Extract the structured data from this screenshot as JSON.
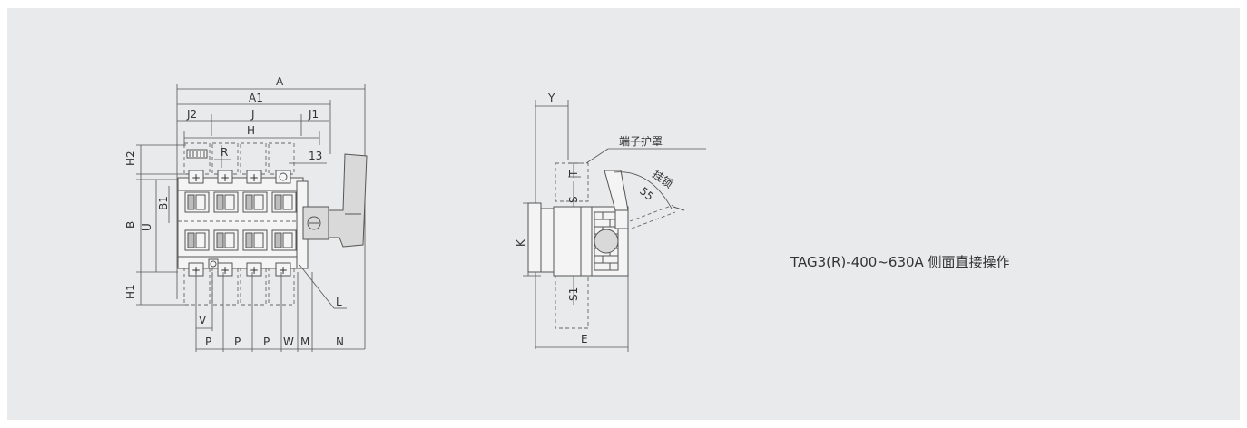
{
  "caption": "TAG3(R)-400~630A 侧面直接操作",
  "front_view": {
    "dims": {
      "A": "A",
      "A1": "A1",
      "J2": "J2",
      "J": "J",
      "J1": "J1",
      "H": "H",
      "R": "R",
      "n13": "13",
      "H2": "H2",
      "B": "B",
      "U": "U",
      "B1": "B1",
      "H1": "H1",
      "L": "L",
      "V": "V",
      "P1": "P",
      "P2": "P",
      "P3": "P",
      "W": "W",
      "M": "M",
      "N": "N"
    },
    "plus_marks": [
      "+",
      "+",
      "+",
      "+",
      "+",
      "+",
      "+"
    ]
  },
  "side_view": {
    "dims": {
      "Y": "Y",
      "T": "T",
      "S": "S",
      "K": "K",
      "S1": "S1",
      "E": "E",
      "angle": "55"
    },
    "cover_label": "端子护罩",
    "lock_label": "挂锁"
  }
}
